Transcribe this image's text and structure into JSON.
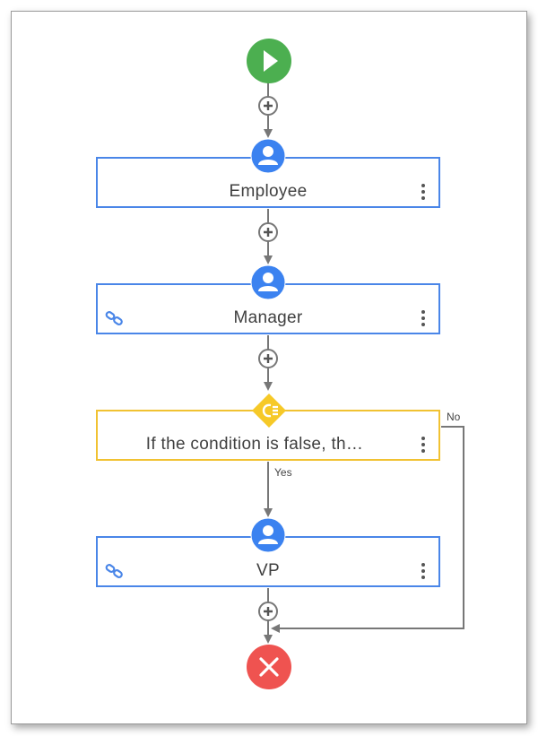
{
  "workflow": {
    "start": {
      "icon": "play-icon",
      "color": "#4caf50"
    },
    "end": {
      "icon": "close-icon",
      "color": "#ef5350"
    },
    "steps": [
      {
        "label": "Employee",
        "type": "user",
        "linked": false,
        "icon": "user-icon"
      },
      {
        "label": "Manager",
        "type": "user",
        "linked": true,
        "icon": "user-icon"
      },
      {
        "label": "If the condition is false, th…",
        "type": "condition",
        "linked": false,
        "icon": "condition-icon"
      },
      {
        "label": "VP",
        "type": "user",
        "linked": true,
        "icon": "user-icon"
      }
    ],
    "branch_labels": {
      "yes": "Yes",
      "no": "No"
    },
    "colors": {
      "user_border": "#4a86e8",
      "condition_border": "#f1c232",
      "connector": "#777777"
    }
  }
}
